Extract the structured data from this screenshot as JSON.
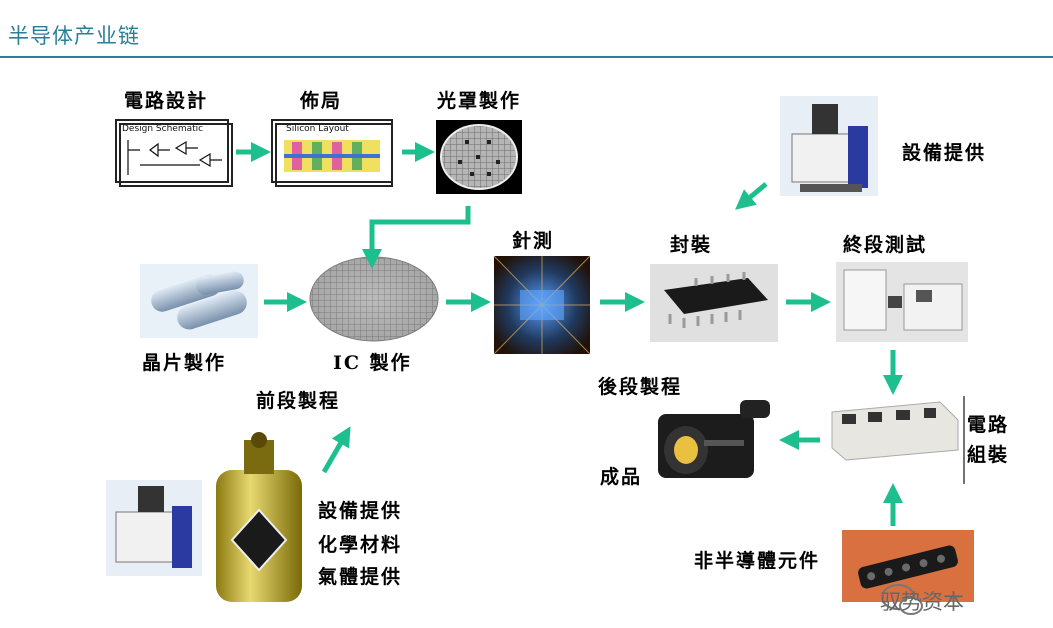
{
  "header": {
    "title": "半导体产业链"
  },
  "labels": {
    "circuit_design": "電路設計",
    "layout": "佈局",
    "mask_making": "光罩製作",
    "equipment_top": "設備提供",
    "probe_test": "針測",
    "package": "封裝",
    "final_test": "終段測試",
    "wafer_making": "晶片製作",
    "ic_making": "IC 製作",
    "front_end": "前段製程",
    "back_end": "後段製程",
    "circuit_assembly_1": "電路",
    "circuit_assembly_2": "組裝",
    "product": "成品",
    "equipment_bottom": "設備提供",
    "chemicals": "化學材料",
    "gas": "氣體提供",
    "non_semi": "非半導體元件"
  },
  "inset": {
    "design_schematic": "Design Schematic",
    "silicon_layout": "Silicon Layout"
  },
  "watermark": "驭势资本",
  "colors": {
    "arrow": "#1dbf8e",
    "header": "#2a7f98"
  }
}
